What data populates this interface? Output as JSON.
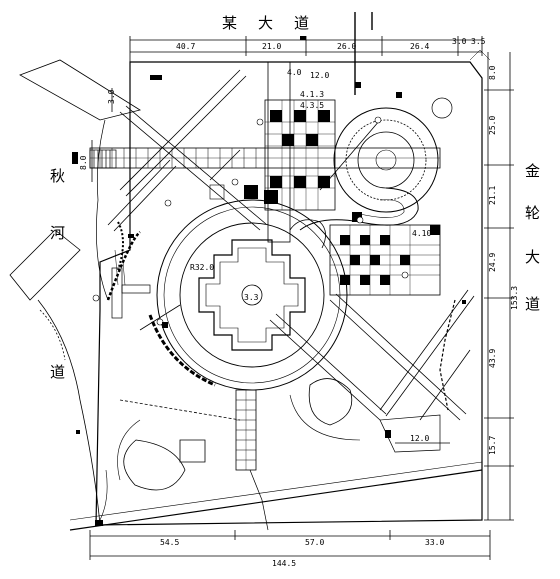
{
  "roads": {
    "top": [
      "某",
      "大",
      "道"
    ],
    "right": [
      "金",
      "轮",
      "大",
      "道"
    ],
    "left_river": [
      "秋",
      "河"
    ],
    "left_road": [
      "道"
    ]
  },
  "dimensions": {
    "top_segments": [
      "40.7",
      "21.0",
      "26.0",
      "26.4"
    ],
    "top_small": [
      "3.0",
      "3.5"
    ],
    "inner_top": [
      "4.0",
      "12.0"
    ],
    "inner_small": [
      "4.1.3",
      "4.3.5"
    ],
    "left_top": "3.0",
    "left_mid": "8.0",
    "right_segments": [
      "8.0",
      "25.0",
      "21.1",
      "24.9",
      "43.9",
      "15.7"
    ],
    "right_total": "153.3",
    "inner_right": "4.10",
    "bottom_inner": "12.0",
    "bottom_segments": [
      "54.5",
      "57.0",
      "33.0"
    ],
    "bottom_total": "144.5",
    "circle_radius": "R32.0",
    "center_label": "3.3"
  }
}
